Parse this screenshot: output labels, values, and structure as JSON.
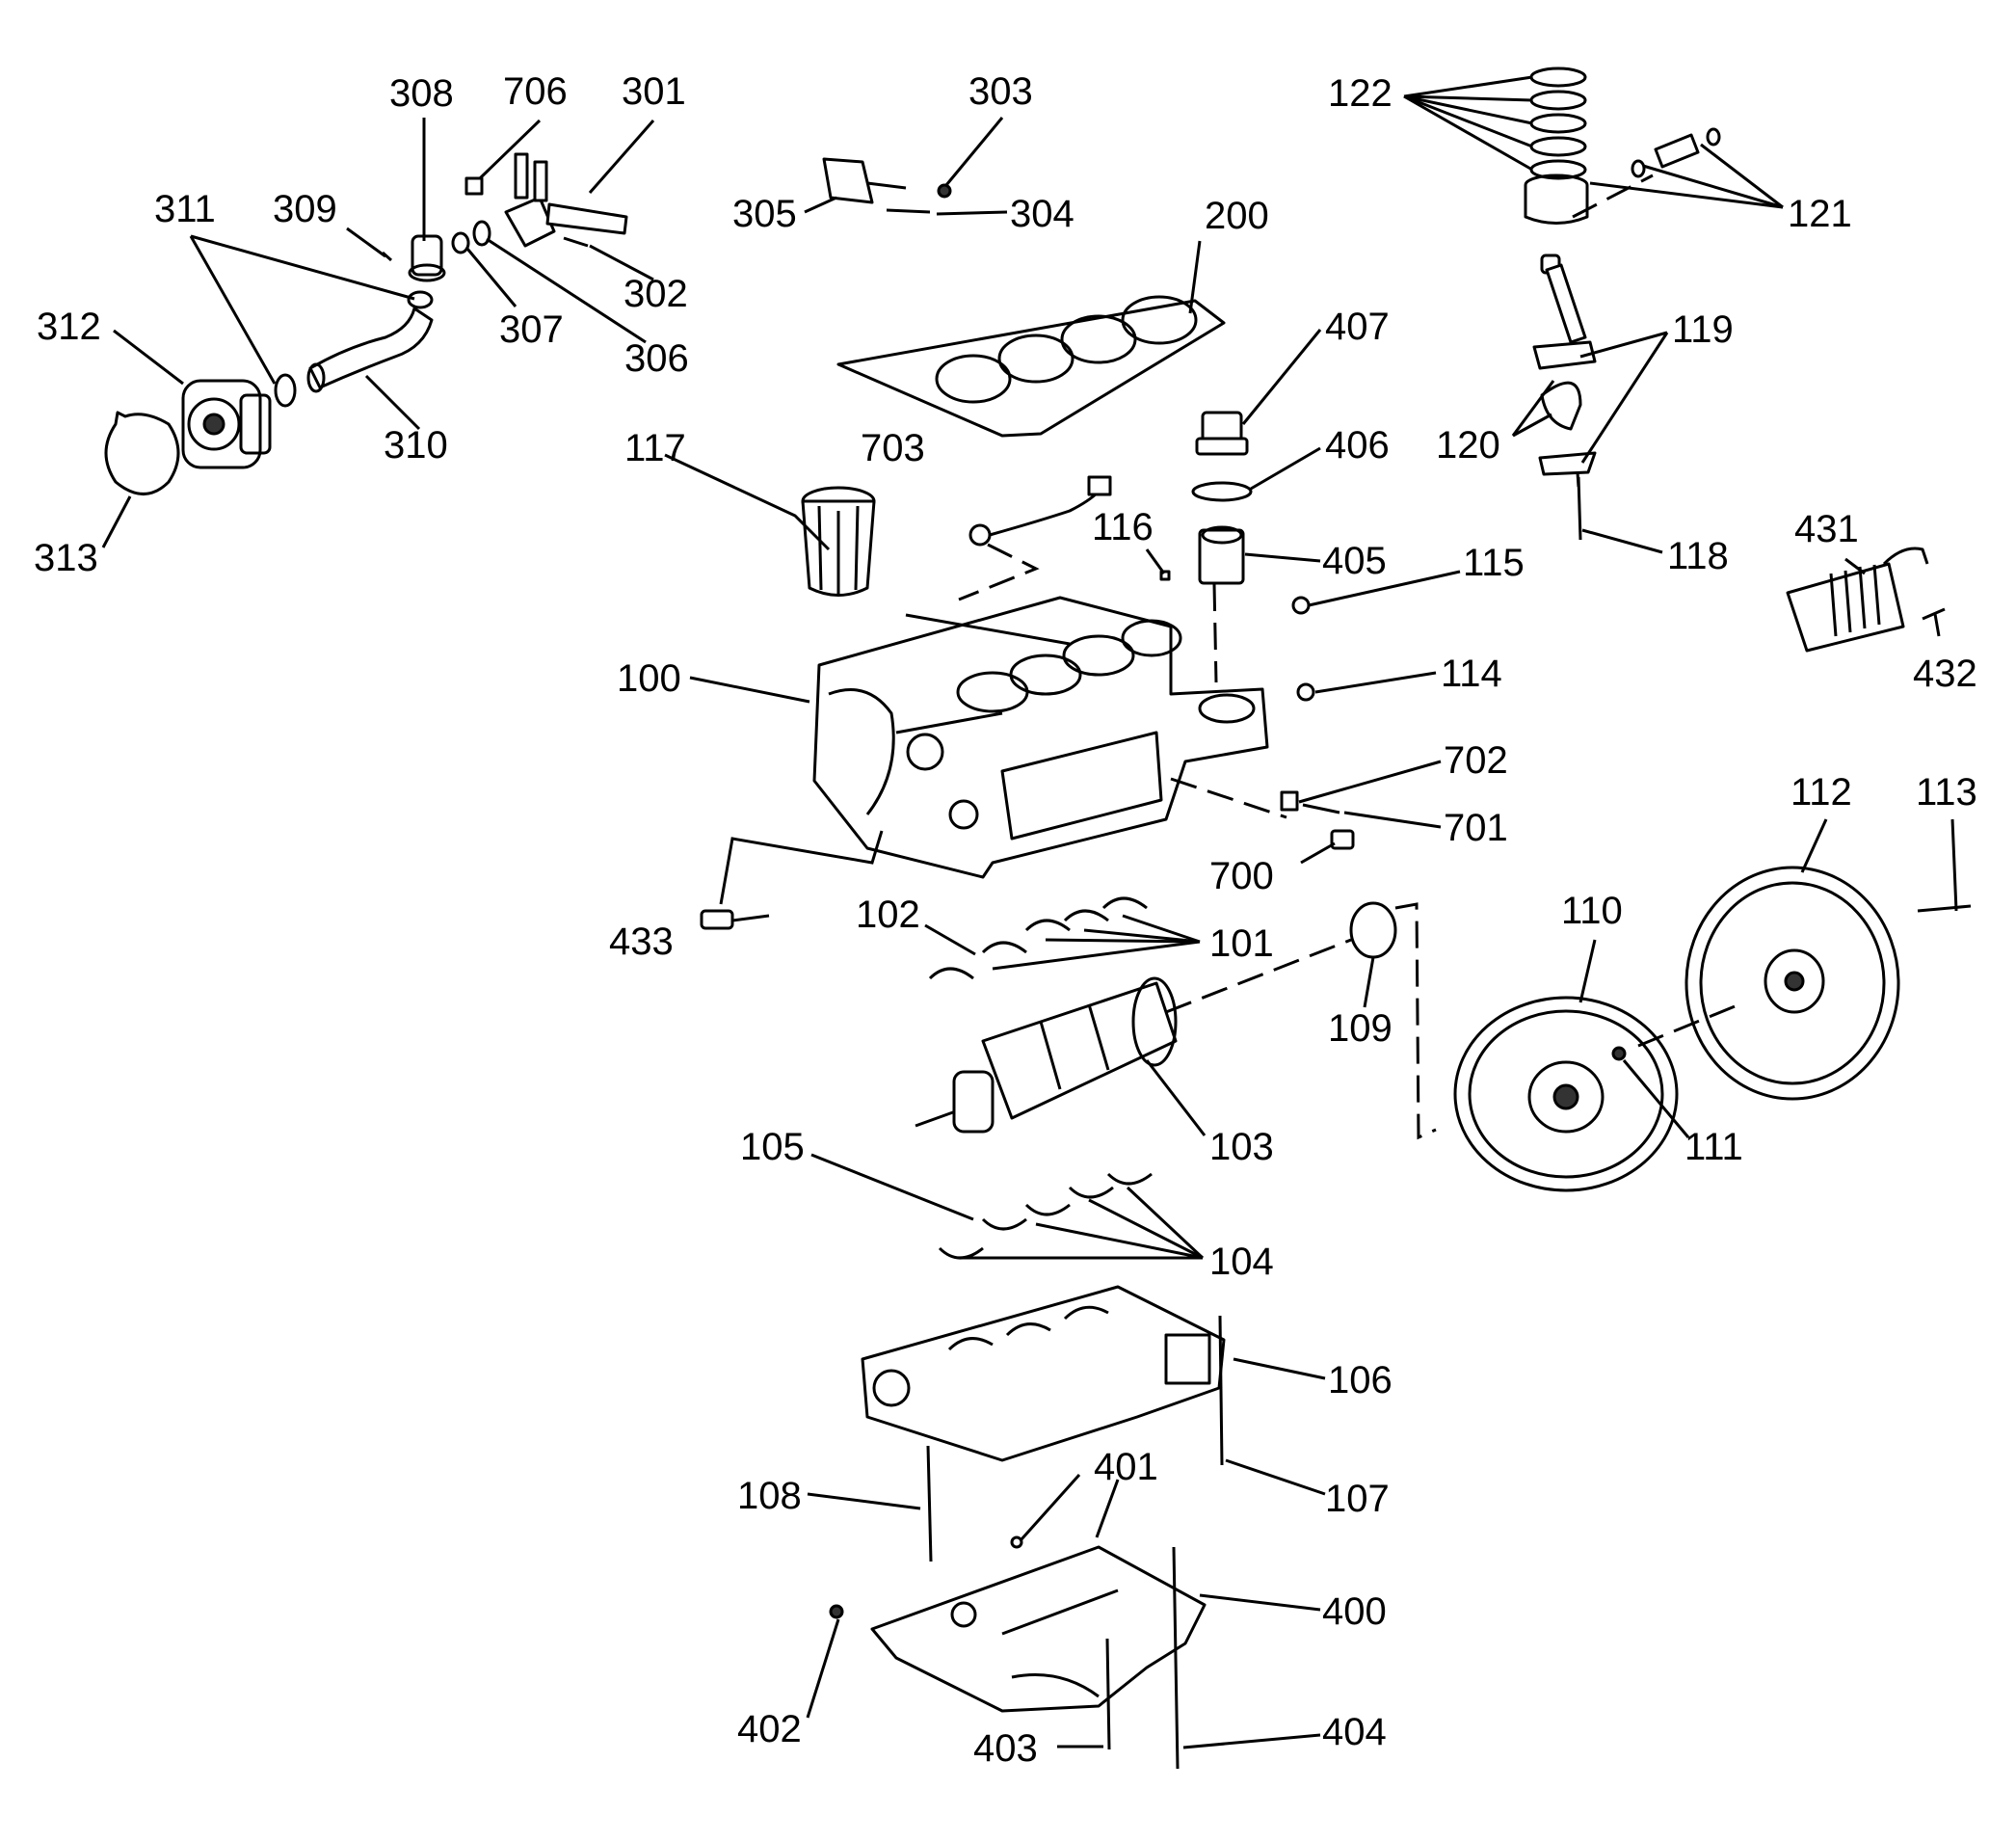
{
  "diagram": {
    "colors": {
      "ink": "#000000",
      "paper": "#ffffff"
    },
    "callouts": {
      "c100": "100",
      "c101": "101",
      "c102": "102",
      "c103": "103",
      "c104": "104",
      "c105": "105",
      "c106": "106",
      "c107": "107",
      "c108": "108",
      "c109": "109",
      "c110": "110",
      "c111": "111",
      "c112": "112",
      "c113": "113",
      "c114": "114",
      "c115": "115",
      "c116": "116",
      "c117": "117",
      "c118": "118",
      "c119": "119",
      "c120": "120",
      "c121": "121",
      "c122": "122",
      "c200": "200",
      "c301": "301",
      "c302": "302",
      "c303": "303",
      "c304": "304",
      "c305": "305",
      "c306": "306",
      "c307": "307",
      "c308": "308",
      "c309": "309",
      "c310": "310",
      "c311": "311",
      "c312": "312",
      "c313": "313",
      "c400": "400",
      "c401": "401",
      "c402": "402",
      "c403": "403",
      "c404": "404",
      "c405": "405",
      "c406": "406",
      "c407": "407",
      "c431": "431",
      "c432": "432",
      "c433": "433",
      "c700": "700",
      "c701": "701",
      "c702": "702",
      "c703": "703",
      "c706": "706"
    }
  }
}
